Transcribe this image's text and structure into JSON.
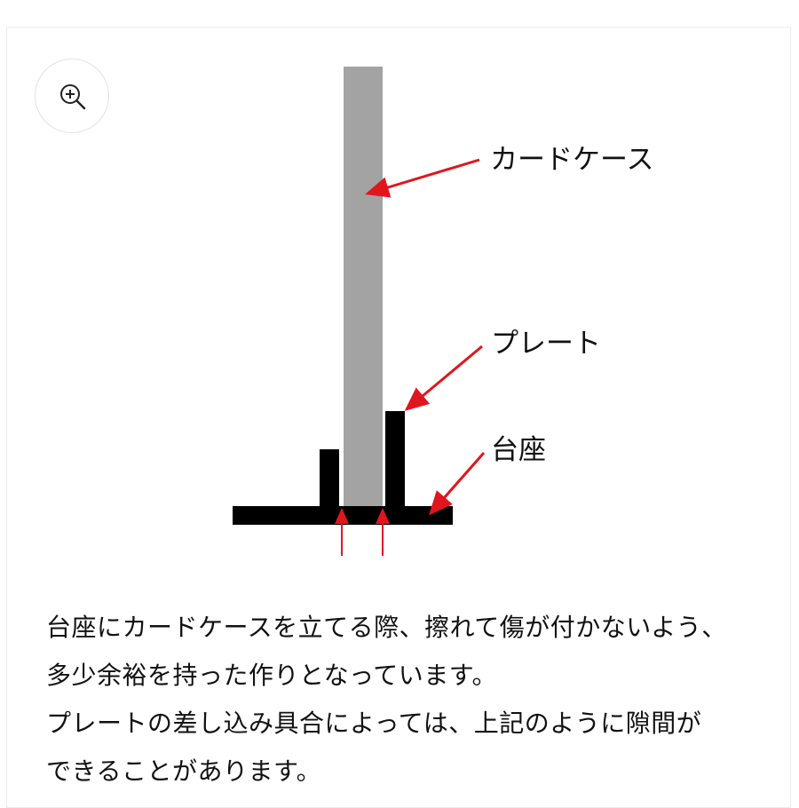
{
  "zoom_icon": "zoom-in-icon",
  "labels": {
    "card_case": "カードケース",
    "plate": "プレート",
    "base": "台座"
  },
  "caption_lines": [
    "台座にカードケースを立てる際、擦れて傷が付かないよう、",
    "多少余裕を持った作りとなっています。",
    "プレートの差し込み具合によっては、上記のように隙間が",
    "できることがあります。"
  ],
  "colors": {
    "card_case": "#a2a3a2",
    "stand": "#000000",
    "arrow": "#e0161e",
    "text": "#111111"
  }
}
